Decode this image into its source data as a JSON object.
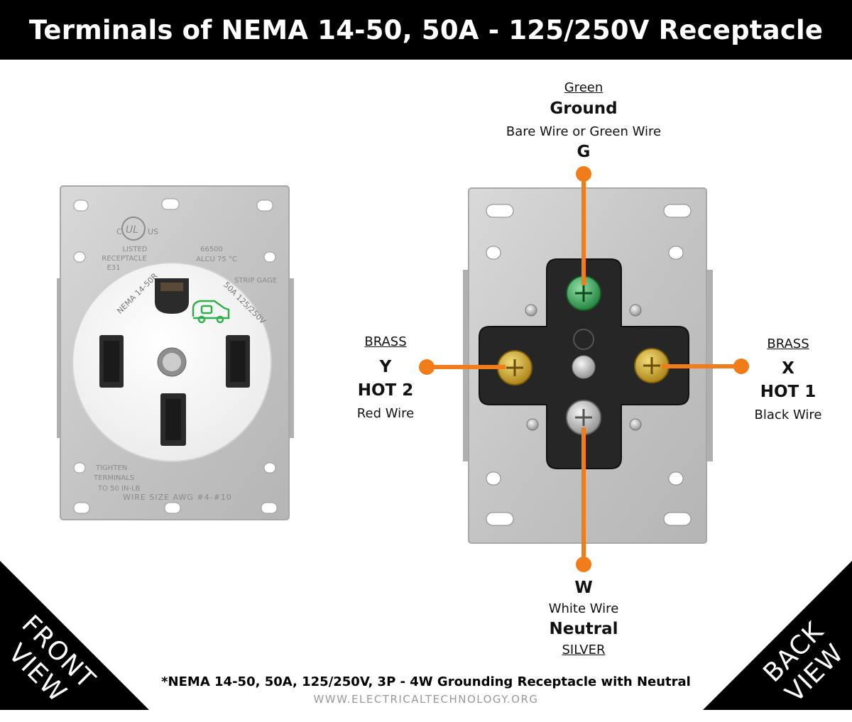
{
  "title": "Terminals of NEMA 14-50, 50A - 125/250V Receptacle",
  "front_view_label": {
    "line1": "FRONT",
    "line2": "VIEW"
  },
  "back_view_label": {
    "line1": "BACK",
    "line2": "VIEW"
  },
  "front_faceplate_text": {
    "ul_c": "C",
    "ul_us": "US",
    "listed": "LISTED",
    "receptacle": "RECEPTACLE",
    "e_code": "E31",
    "model": "66500",
    "alcu": "ALCU 75 °C",
    "strip_gage": "STRIP GAGE",
    "nema": "NEMA 14-50R",
    "rating": "50A 125/250V",
    "terminals1": "TIGHTEN",
    "terminals2": "TERMINALS",
    "terminals3": "TO 50 IN-LB",
    "wire_size": "WIRE SIZE AWG #4-#10"
  },
  "terminals": {
    "ground": {
      "color_label": "Green",
      "name": "Ground",
      "wire": "Bare Wire or Green Wire",
      "letter": "G",
      "screw_color": "#2f9e4a"
    },
    "hot2": {
      "color_label": "BRASS",
      "letter": "Y",
      "name": "HOT 2",
      "wire": "Red Wire",
      "screw_color": "#c9a227"
    },
    "hot1": {
      "color_label": "BRASS",
      "letter": "X",
      "name": "HOT 1",
      "wire": "Black Wire",
      "screw_color": "#c9a227"
    },
    "neutral": {
      "letter": "W",
      "wire": "White Wire",
      "name": "Neutral",
      "color_label": "SILVER",
      "screw_color": "#b8b8b8"
    }
  },
  "colors": {
    "accent": "#f07d1a",
    "header_bg": "#000000",
    "plate": "#c8c8c8",
    "connector": "#262626"
  },
  "footer": {
    "note": "*NEMA 14-50, 50A, 125/250V, 3P - 4W Grounding Receptacle with Neutral",
    "website": "WWW.ELECTRICALTECHNOLOGY.ORG"
  }
}
